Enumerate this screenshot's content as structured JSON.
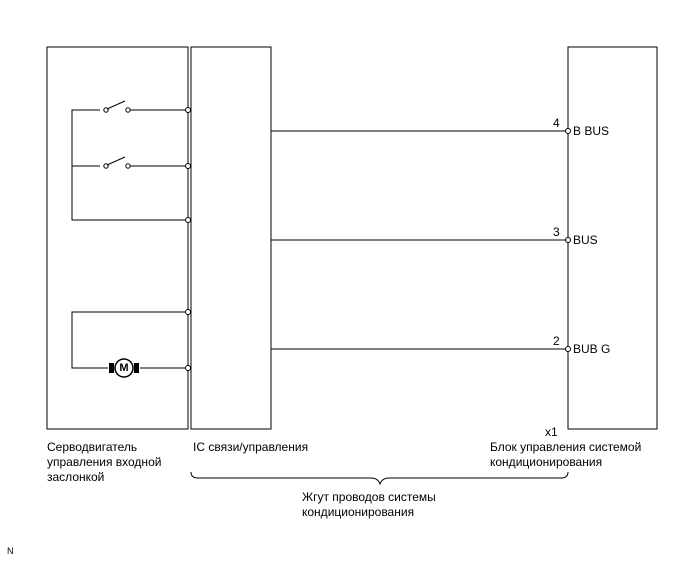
{
  "components": {
    "servo_label": [
      "Серводвигатель",
      "управления входной",
      "заслонкой"
    ],
    "ic_label": "IC связи/управления",
    "ecu_label": [
      "Блок управления системой",
      "кондиционирования"
    ],
    "ecu_connector": "x1",
    "harness_label": [
      "Жгут проводов системы",
      "кондиционирования"
    ],
    "motor_symbol": "M"
  },
  "signals": [
    {
      "pin": "4",
      "name": "B BUS"
    },
    {
      "pin": "3",
      "name": "BUS"
    },
    {
      "pin": "2",
      "name": "BUB G"
    }
  ],
  "footnote": "N"
}
